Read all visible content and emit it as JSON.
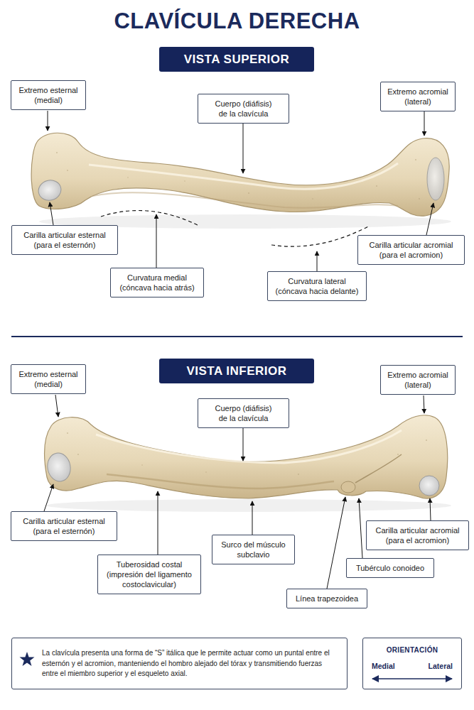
{
  "diagram": {
    "title": "CLAVÍCULA DERECHA",
    "nodes": [
      {
        "text": [
          "VISTA SUPERIOR"
        ]
      },
      {
        "text": [
          "Extremo esternal (medial)"
        ]
      },
      {
        "text": [
          "Cuerpo (diáfisis) de la clavícula"
        ]
      },
      {
        "text": [
          "Extremo acromial (lateral)"
        ]
      },
      {
        "text": [
          "Carilla articular esternal (para el esternón)"
        ]
      },
      {
        "text": [
          "Carilla articular acromial (para el acromion)"
        ]
      },
      {
        "text": [
          "Curvatura medial (cóncava hacia atrás)"
        ]
      },
      {
        "text": [
          "Curvatura lateral (cóncava hacia delante)"
        ]
      },
      {
        "text": [
          "VISTA INFERIOR"
        ]
      },
      {
        "text": [
          "Extremo esternal (medial)"
        ]
      },
      {
        "text": [
          "Cuerpo (diáfisis) de la clavícula"
        ]
      },
      {
        "text": [
          "Extremo acromial (lateral)"
        ]
      },
      {
        "text": [
          "Carilla articular esternal (para el esternón)"
        ]
      },
      {
        "text": [
          "Carilla articular acromial (para el acromion)"
        ]
      },
      {
        "text": [
          "Tuberosidad costal (impresión del ligamento costoclavicular)"
        ]
      },
      {
        "text": [
          "Surco del músculo subclavio"
        ]
      },
      {
        "text": [
          "Tubérculo conoideo"
        ]
      },
      {
        "text": [
          "Línea trapezoidea"
        ]
      },
      {
        "text": [
          "La clavícula presenta una forma de “S” itálica que le permite actuar como un puntal entre el esternón y el acromion, manteniendo el hombro alejado del tórax y transmitiendo fuerzas entre el miembro superior y el esqueleto axial."
        ]
      },
      {
        "text": [
          "ORIENTACIÓN",
          "Medial",
          "Lateral"
        ]
      }
    ]
  }
}
